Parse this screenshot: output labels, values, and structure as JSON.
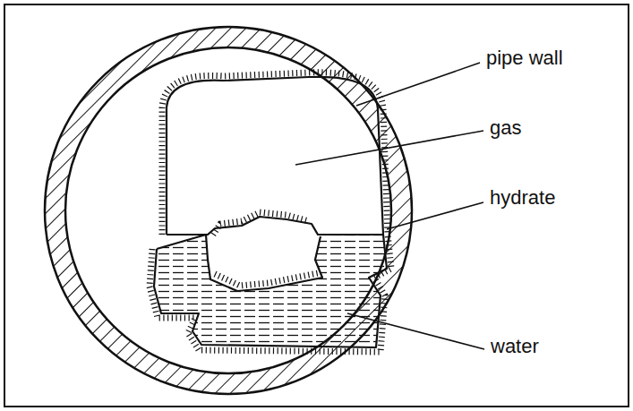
{
  "diagram": {
    "labels": [
      "pipe wall",
      "gas",
      "hydrate",
      "water"
    ]
  }
}
